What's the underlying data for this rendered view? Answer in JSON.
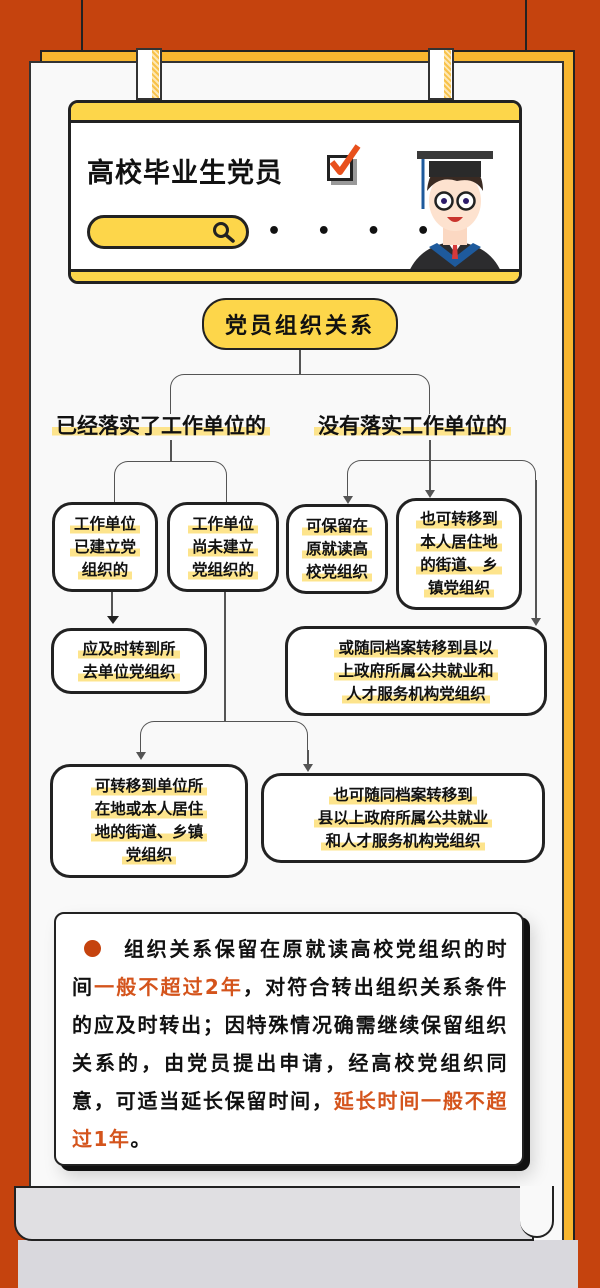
{
  "header": {
    "title": "高校毕业生党员",
    "search_dots": "• • • •",
    "icons": [
      "checkbox-check-icon",
      "search-icon",
      "graduate-avatar"
    ]
  },
  "colors": {
    "background": "#c5430e",
    "accent_yellow": "#fdd64a",
    "paper_back": "#f8b62f",
    "highlight_red": "#d4541c"
  },
  "diagram": {
    "root": "党员组织关系",
    "branches": [
      {
        "label": "已经落实了工作单位的",
        "children": [
          {
            "lines": [
              "工作单位",
              "已建立党",
              "组织的"
            ],
            "next": {
              "lines": [
                "应及时转到所",
                "去单位党组织"
              ]
            }
          },
          {
            "lines": [
              "工作单位",
              "尚未建立",
              "党组织的"
            ],
            "options": [
              {
                "lines": [
                  "可转移到单位所",
                  "在地或本人居住",
                  "地的街道、乡镇",
                  "党组织"
                ]
              },
              {
                "lines": [
                  "也可随同档案转移到",
                  "县以上政府所属公共就业",
                  "和人才服务机构党组织"
                ]
              }
            ]
          }
        ]
      },
      {
        "label": "没有落实工作单位的",
        "options": [
          {
            "lines": [
              "可保留在",
              "原就读高",
              "校党组织"
            ]
          },
          {
            "lines": [
              "也可转移到",
              "本人居住地",
              "的街道、乡",
              "镇党组织"
            ]
          },
          {
            "lines": [
              "或随同档案转移到县以",
              "上政府所属公共就业和",
              "人才服务机构党组织"
            ]
          }
        ]
      }
    ]
  },
  "note": {
    "part1": "组织关系保留在原就读高校党组织的时间",
    "highlight1": "一般不超过2年",
    "part2": "，对符合转出组织关系条件的应及时转出；因特殊情况确需继续保留组织关系的，由党员提出申请，经高校党组织同意，可适当延长保留时间，",
    "highlight2": "延长时间一般不超过1年",
    "part3": "。"
  }
}
